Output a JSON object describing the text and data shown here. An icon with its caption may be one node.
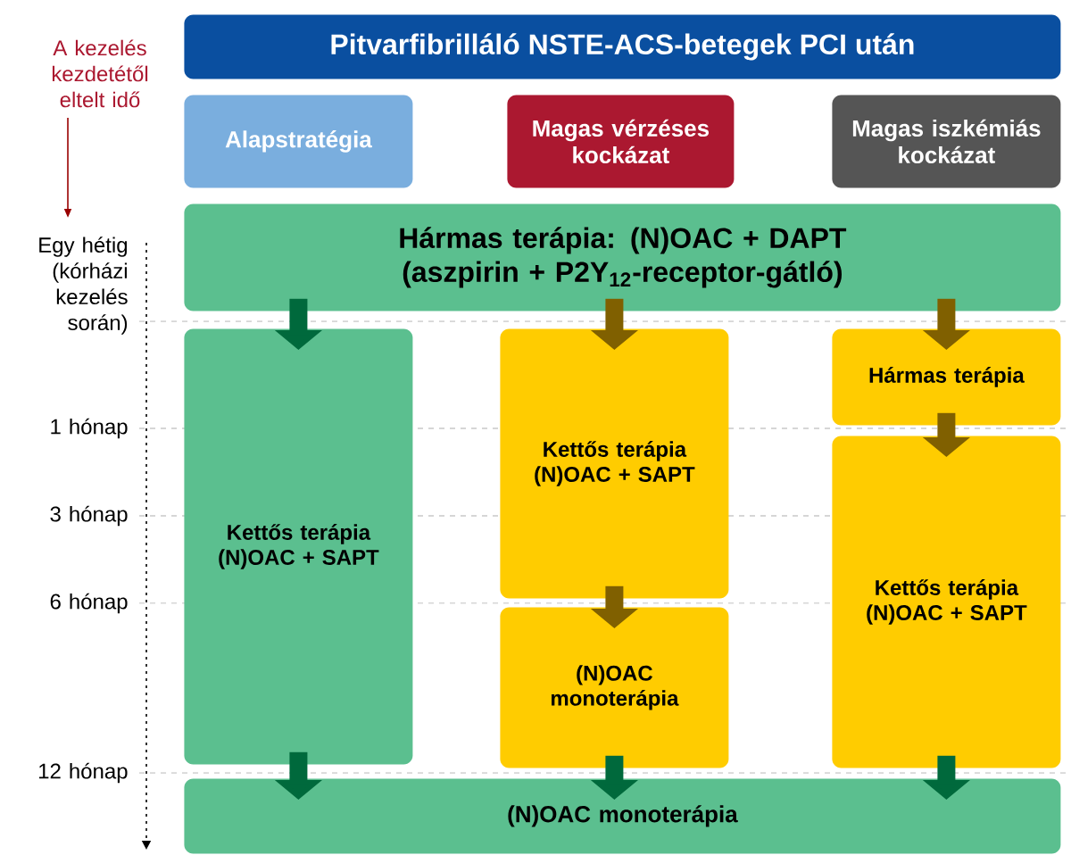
{
  "diagram": {
    "title": "Pitvarfibrilláló NSTE-ACS-betegek PCI után",
    "nodes": [
      {
        "text": [
          "Alapstratégia"
        ]
      },
      {
        "text": [
          "Magas vérzéses kockázat"
        ]
      },
      {
        "text": [
          "Magas iszkémiás kockázat"
        ]
      },
      {
        "text": [
          "Hármas terápia: (N)OAC + DAPT (aszpirin + P2Y$_{12}$-receptor-gátló)"
        ]
      },
      {
        "text": [
          "Kettős terápia (N)OAC + SAPT"
        ]
      },
      {
        "text": [
          "Kettős terápia (N)OAC + SAPT"
        ]
      },
      {
        "text": [
          "(N)OAC monoterápia"
        ]
      },
      {
        "text": [
          "Hármas terápia"
        ]
      },
      {
        "text": [
          "Kettős terápia (N)OAC + SAPT"
        ]
      },
      {
        "text": [
          "(N)OAC monoterápia"
        ]
      }
    ],
    "edges": [
      {
        "from": 3,
        "to": 4,
        "arrow": "to",
        "color": "#00693c"
      },
      {
        "from": 3,
        "to": 5,
        "arrow": "to",
        "color": "#806000"
      },
      {
        "from": 3,
        "to": 7,
        "arrow": "to",
        "color": "#806000"
      },
      {
        "from": 7,
        "to": 8,
        "arrow": "to",
        "color": "#806000"
      },
      {
        "from": 5,
        "to": 6,
        "arrow": "to",
        "color": "#806000"
      },
      {
        "from": 4,
        "to": 9,
        "arrow": "to",
        "color": "#00693c"
      },
      {
        "from": 6,
        "to": 9,
        "arrow": "to",
        "color": "#00693c"
      },
      {
        "from": 8,
        "to": 9,
        "arrow": "to",
        "color": "#00693c"
      }
    ],
    "labels": [
      "A kezelés kezdetétől eltelt idő",
      "Egy hétig (kórházi kezelés során)",
      "1 hónap",
      "3 hónap",
      "6 hónap",
      "12 hónap"
    ]
  }
}
